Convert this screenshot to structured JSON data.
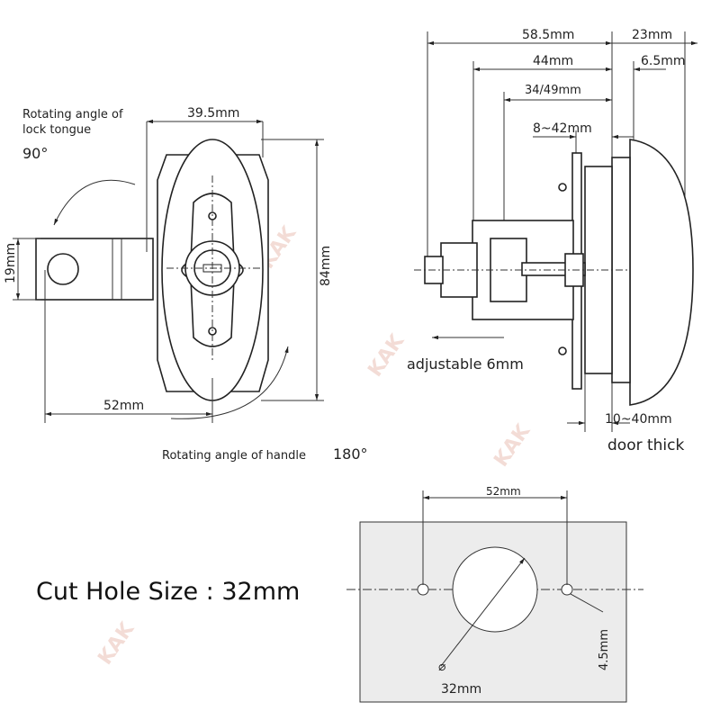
{
  "watermark": "KAK",
  "front_view": {
    "lock_tongue_label_line1": "Rotating angle of",
    "lock_tongue_label_line2": "lock tongue",
    "lock_tongue_angle": "90°",
    "width_dim": "39.5mm",
    "height_dim": "84mm",
    "tongue_dim": "19mm",
    "offset_dim": "52mm",
    "handle_label": "Rotating angle of handle",
    "handle_angle": "180°"
  },
  "side_view": {
    "total_dim": "58.5mm",
    "handle_depth_dim": "23mm",
    "body_dim": "44mm",
    "plate_dim": "6.5mm",
    "cam_dim": "34/49mm",
    "range_dim": "8~42mm",
    "adjustable_label": "adjustable 6mm",
    "door_dim": "10~40mm",
    "door_label": "door thick"
  },
  "cut_hole": {
    "title": "Cut Hole Size : 32mm",
    "spacing_dim": "52mm",
    "hole_dim": "4.5mm",
    "diameter_symbol": "⌀",
    "diameter_dim": "32mm"
  }
}
